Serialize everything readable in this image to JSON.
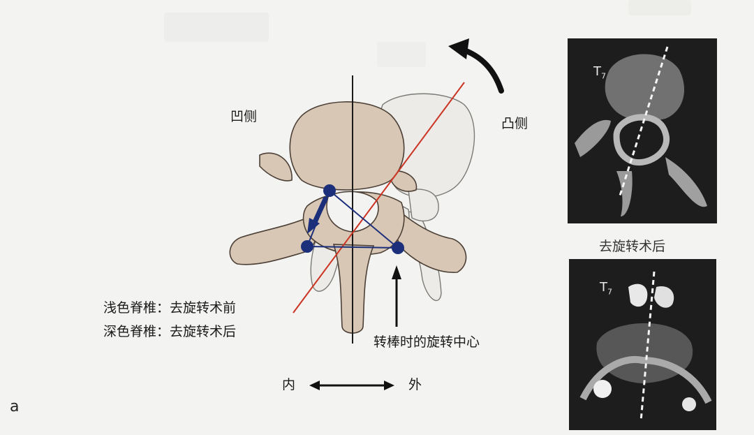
{
  "diagram": {
    "concave_side_label": "凹侧",
    "convex_side_label": "凸侧",
    "legend_light": "浅色脊椎：去旋转术前",
    "legend_dark": "深色脊椎：去旋转术后",
    "rotation_center_label": "转棒时的旋转中心",
    "medial_label": "内",
    "lateral_label": "外",
    "figure_letter": "a"
  },
  "ct_images": {
    "post_derotation_caption": "去旋转术后",
    "top_level": "T",
    "top_level_sub": "7",
    "bottom_level": "T",
    "bottom_level_sub": "7"
  },
  "colors": {
    "vertebra_dark": "#d8c7b4",
    "vertebra_light": "#ecebe7",
    "outline": "#4b3f36",
    "red_line": "#cc3322",
    "blue_marker": "#1c2f7a",
    "ct_background": "#1d1d1d"
  }
}
